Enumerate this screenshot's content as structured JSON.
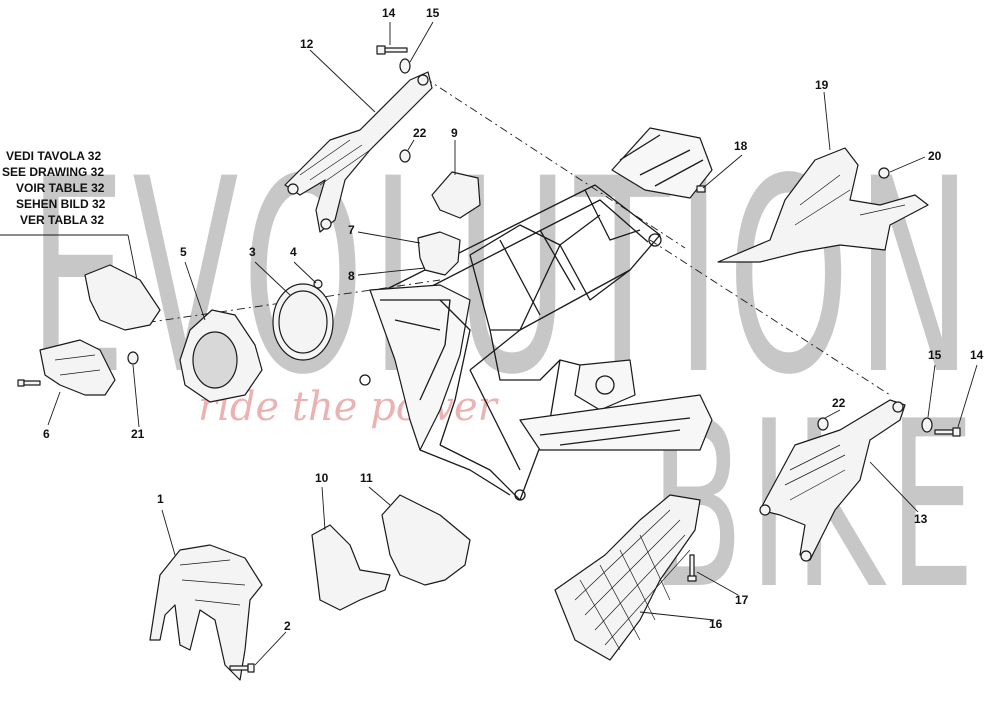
{
  "watermark": {
    "brand_top": "EVOLUTION",
    "brand_bottom": "BIKE",
    "slogan": "ride the power"
  },
  "reference_note": {
    "lines": [
      "VEDI TAVOLA 32",
      "SEE DRAWING 32",
      "VOIR TABLE 32",
      "SEHEN BILD 32",
      "VER TABLA 32"
    ]
  },
  "callouts": {
    "c1": "1",
    "c2": "2",
    "c3": "3",
    "c4": "4",
    "c5": "5",
    "c6": "6",
    "c7": "7",
    "c8": "8",
    "c9": "9",
    "c10": "10",
    "c11": "11",
    "c12": "12",
    "c13": "13",
    "c14a": "14",
    "c14b": "14",
    "c15a": "15",
    "c15b": "15",
    "c16": "16",
    "c17": "17",
    "c18": "18",
    "c19": "19",
    "c20": "20",
    "c21": "21",
    "c22a": "22",
    "c22b": "22"
  }
}
